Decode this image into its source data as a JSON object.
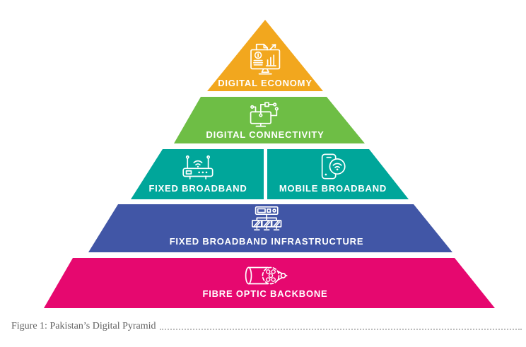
{
  "figure": {
    "caption": "Figure 1: Pakistan’s Digital Pyramid"
  },
  "pyramid": {
    "levels": [
      {
        "id": "digital-economy",
        "label": "DIGITAL ECONOMY",
        "color": "#F2A71E",
        "icon": "digital-economy-icon"
      },
      {
        "id": "digital-connectivity",
        "label": "DIGITAL CONNECTIVITY",
        "color": "#6EBE45",
        "icon": "connected-monitor-circuit-icon"
      },
      {
        "id": "fixed-broadband",
        "label": "FIXED BROADBAND",
        "color": "#00A69A",
        "icon": "wifi-router-icon"
      },
      {
        "id": "mobile-broadband",
        "label": "MOBILE BROADBAND",
        "color": "#00A69A",
        "icon": "smartphone-wifi-icon"
      },
      {
        "id": "fixed-broadband-infrastructure",
        "label": "FIXED BROADBAND INFRASTRUCTURE",
        "color": "#4156A6",
        "icon": "server-network-icon"
      },
      {
        "id": "fibre-optic-backbone",
        "label": "FIBRE OPTIC BACKBONE",
        "color": "#E6086F",
        "icon": "fibre-optic-cable-icon"
      }
    ]
  }
}
